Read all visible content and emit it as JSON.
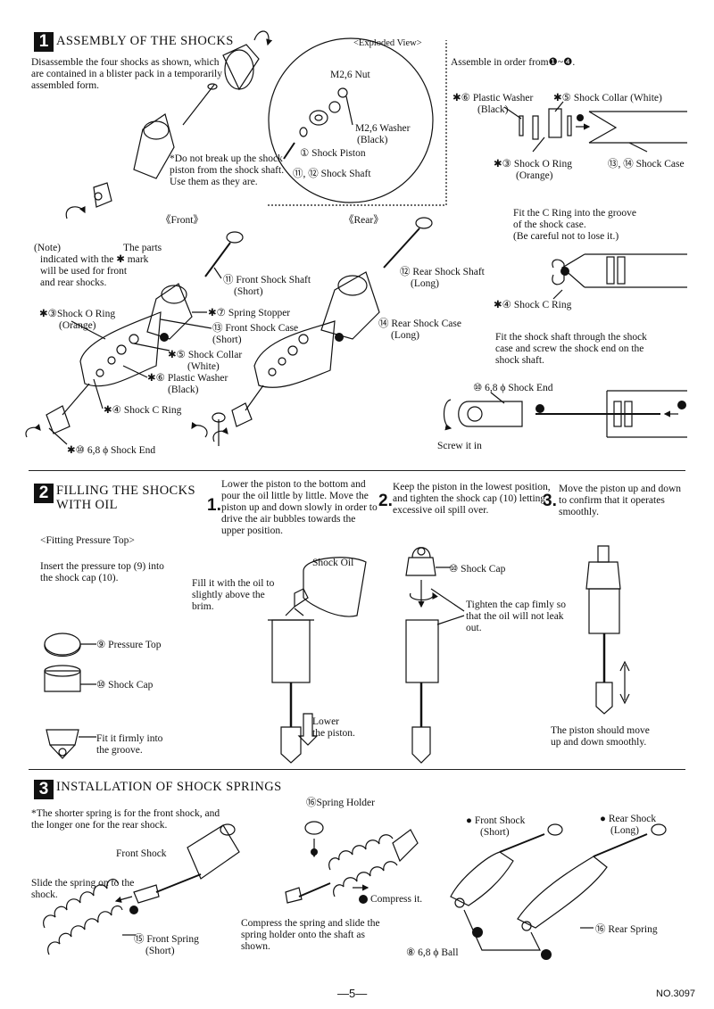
{
  "s1": {
    "num": "1",
    "title": "ASSEMBLY OF THE SHOCKS",
    "intro": "Disassemble the four shocks as shown, which are contained in a blister pack in a temporarily assembled form.",
    "exploded": "<Exploded View>",
    "nut": "M2,6 Nut",
    "washer1": "M2,6 Washer",
    "washer2": "(Black)",
    "piston": "① Shock Piston",
    "shaft": "⑪, ⑫ Shock Shaft",
    "caution": "*Do not break up the shock piston from the shock shaft. Use them as they are.",
    "front": "《Front》",
    "rear": "《Rear》",
    "note1": "(Note)",
    "note2": "The parts",
    "note3": "indicated with the ✱ mark",
    "note4": "will be used for front",
    "note5": "and rear shocks.",
    "f_shaft1": "⑪ Front Shock Shaft",
    "f_shaft2": "(Short)",
    "oring1": "✱③Shock O Ring",
    "oring2": "(Orange)",
    "stopper": "✱⑦ Spring Stopper",
    "f_case1": "⑬ Front Shock Case",
    "f_case2": "(Short)",
    "collar1": "✱⑤ Shock Collar",
    "collar2": "(White)",
    "pwasher1": "✱⑥ Plastic Washer",
    "pwasher2": "(Black)",
    "cring": "✱④ Shock C Ring",
    "end": "✱⑩ 6,8 ϕ Shock End",
    "r_shaft1": "⑫ Rear Shock Shaft",
    "r_shaft2": "(Long)",
    "r_case1": "⑭ Rear Shock Case",
    "r_case2": "(Long)",
    "order": "Assemble in order from❶~❹.",
    "pw1": "✱⑥ Plastic Washer",
    "pw2": "(Black)",
    "sc1": "✱⑤ Shock Collar (White)",
    "or1": "✱③ Shock O Ring",
    "or2": "(Orange)",
    "cases": "⑬, ⑭ Shock Case",
    "cr_txt1": "Fit the C Ring into the groove",
    "cr_txt2": "of the shock case.",
    "cr_txt3": "(Be careful not to lose it.)",
    "cr_label": "✱④ Shock C Ring",
    "fit1": "Fit the shock shaft through the shock",
    "fit2": "case and screw the shock end on the",
    "fit3": "shock shaft.",
    "end2": "⑩ 6,8 ϕ  Shock End",
    "screw": "Screw it in"
  },
  "s2": {
    "num": "2",
    "title1": "FILLING THE SHOCKS",
    "title2": "WITH OIL",
    "step1_n": "1.",
    "step1": "Lower the piston to the bottom and pour the oil little by little. Move the piston up and down slowly in order to drive the air bubbles towards the upper position.",
    "step2_n": "2.",
    "step2": "Keep the piston in the lowest position, and tighten the shock cap (10) letting excessive oil spill over.",
    "step3_n": "3.",
    "step3": "Move the piston up and down to confirm that it operates smoothly.",
    "fpt": "<Fitting Pressure Top>",
    "insert": "Insert the pressure top (9) into the shock cap (10).",
    "ptop": "⑨ Pressure Top",
    "scap": "⑩ Shock Cap",
    "fitg1": "Fit it firmly into",
    "fitg2": "the groove.",
    "oil": "Shock Oil",
    "fill": "Fill it with the oil to slightly above the brim.",
    "lower1": "Lower",
    "lower2": "the piston.",
    "scap2": "⑩ Shock Cap",
    "tight": "Tighten the cap fimly so that the oil will not leak out.",
    "smooth1": "The piston should move",
    "smooth2": "up and down smoothly."
  },
  "s3": {
    "num": "3",
    "title": "INSTALLATION OF SHOCK SPRINGS",
    "shorter": "*The shorter spring is for the front shock, and the longer one for the rear shock.",
    "front_shock": "Front Shock",
    "slide": "Slide the spring on to the shock.",
    "fspring1": "⑮ Front Spring",
    "fspring2": "(Short)",
    "holder": "⑯Spring Holder",
    "compress": "Compress it.",
    "compress_txt": "Compress the spring and slide the spring holder onto the shaft as shown.",
    "fs1": "● Front Shock",
    "fs2": "(Short)",
    "rs1": "● Rear Shock",
    "rs2": "(Long)",
    "rspring": "⑯ Rear Spring",
    "ball": "⑧ 6,8 ϕ  Ball"
  },
  "footer": {
    "page": "—5—",
    "docno": "NO.3097"
  }
}
